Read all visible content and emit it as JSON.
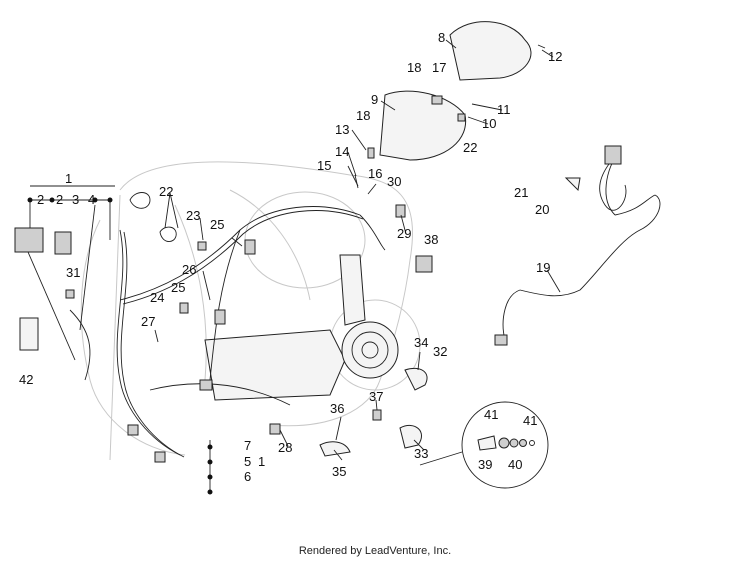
{
  "footer": {
    "text": "Rendered by LeadVenture, Inc."
  },
  "callouts": [
    {
      "id": "c1",
      "text": "1"
    },
    {
      "id": "c2a",
      "text": "2"
    },
    {
      "id": "c2b",
      "text": "2"
    },
    {
      "id": "c3",
      "text": "3"
    },
    {
      "id": "c4",
      "text": "4"
    },
    {
      "id": "c5",
      "text": "5"
    },
    {
      "id": "c1b",
      "text": "1"
    },
    {
      "id": "c6",
      "text": "6"
    },
    {
      "id": "c7",
      "text": "7"
    },
    {
      "id": "c8",
      "text": "8"
    },
    {
      "id": "c9",
      "text": "9"
    },
    {
      "id": "c10",
      "text": "10"
    },
    {
      "id": "c11",
      "text": "11"
    },
    {
      "id": "c12",
      "text": "12"
    },
    {
      "id": "c13",
      "text": "13"
    },
    {
      "id": "c14",
      "text": "14"
    },
    {
      "id": "c15",
      "text": "15"
    },
    {
      "id": "c16",
      "text": "16"
    },
    {
      "id": "c17",
      "text": "17"
    },
    {
      "id": "c18a",
      "text": "18"
    },
    {
      "id": "c18b",
      "text": "18"
    },
    {
      "id": "c19",
      "text": "19"
    },
    {
      "id": "c20",
      "text": "20"
    },
    {
      "id": "c21",
      "text": "21"
    },
    {
      "id": "c22a",
      "text": "22"
    },
    {
      "id": "c22b",
      "text": "22"
    },
    {
      "id": "c23",
      "text": "23"
    },
    {
      "id": "c24",
      "text": "24"
    },
    {
      "id": "c25a",
      "text": "25"
    },
    {
      "id": "c25b",
      "text": "25"
    },
    {
      "id": "c26",
      "text": "26"
    },
    {
      "id": "c27",
      "text": "27"
    },
    {
      "id": "c28",
      "text": "28"
    },
    {
      "id": "c29",
      "text": "29"
    },
    {
      "id": "c30",
      "text": "30"
    },
    {
      "id": "c31",
      "text": "31"
    },
    {
      "id": "c32",
      "text": "32"
    },
    {
      "id": "c33",
      "text": "33"
    },
    {
      "id": "c34",
      "text": "34"
    },
    {
      "id": "c35",
      "text": "35"
    },
    {
      "id": "c36",
      "text": "36"
    },
    {
      "id": "c37",
      "text": "37"
    },
    {
      "id": "c38",
      "text": "38"
    },
    {
      "id": "c39",
      "text": "39"
    },
    {
      "id": "c40",
      "text": "40"
    },
    {
      "id": "c41a",
      "text": "41"
    },
    {
      "id": "c41b",
      "text": "41"
    },
    {
      "id": "c42",
      "text": "42"
    }
  ]
}
